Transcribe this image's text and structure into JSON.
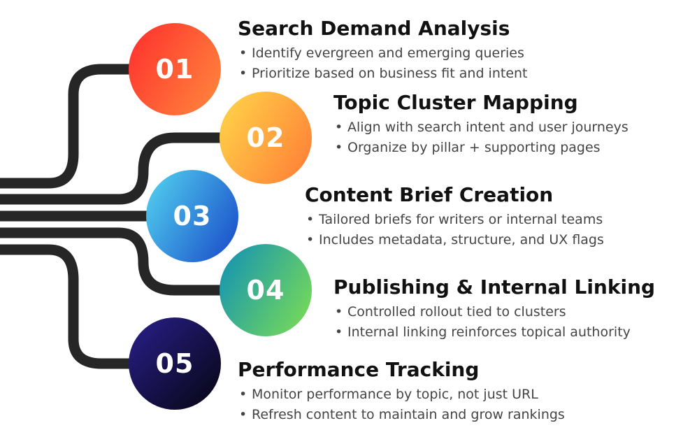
{
  "steps": [
    {
      "number": "01",
      "title": "Search Demand Analysis",
      "bullets": [
        "Identify evergreen and emerging queries",
        "Prioritize based on business fit and intent"
      ],
      "gradient": [
        "#ff2d2d",
        "#ff8a3d"
      ]
    },
    {
      "number": "02",
      "title": "Topic Cluster Mapping",
      "bullets": [
        "Align with search intent and user journeys",
        "Organize by pillar + supporting pages"
      ],
      "gradient": [
        "#ffd84a",
        "#ff7a35"
      ]
    },
    {
      "number": "03",
      "title": "Content Brief Creation",
      "bullets": [
        "Tailored briefs for writers or internal teams",
        "Includes metadata, structure, and UX flags"
      ],
      "gradient": [
        "#54d6f0",
        "#1746c8"
      ]
    },
    {
      "number": "04",
      "title": "Publishing & Internal Linking",
      "bullets": [
        "Controlled rollout tied to clusters",
        "Internal linking reinforces topical authority"
      ],
      "gradient": [
        "#0e8fb8",
        "#7fe050"
      ]
    },
    {
      "number": "05",
      "title": "Performance Tracking",
      "bullets": [
        "Monitor performance by topic, not just URL",
        "Refresh content to maintain and grow rankings"
      ],
      "gradient": [
        "#2a1f8c",
        "#050510"
      ]
    }
  ],
  "connector_color": "#262626"
}
